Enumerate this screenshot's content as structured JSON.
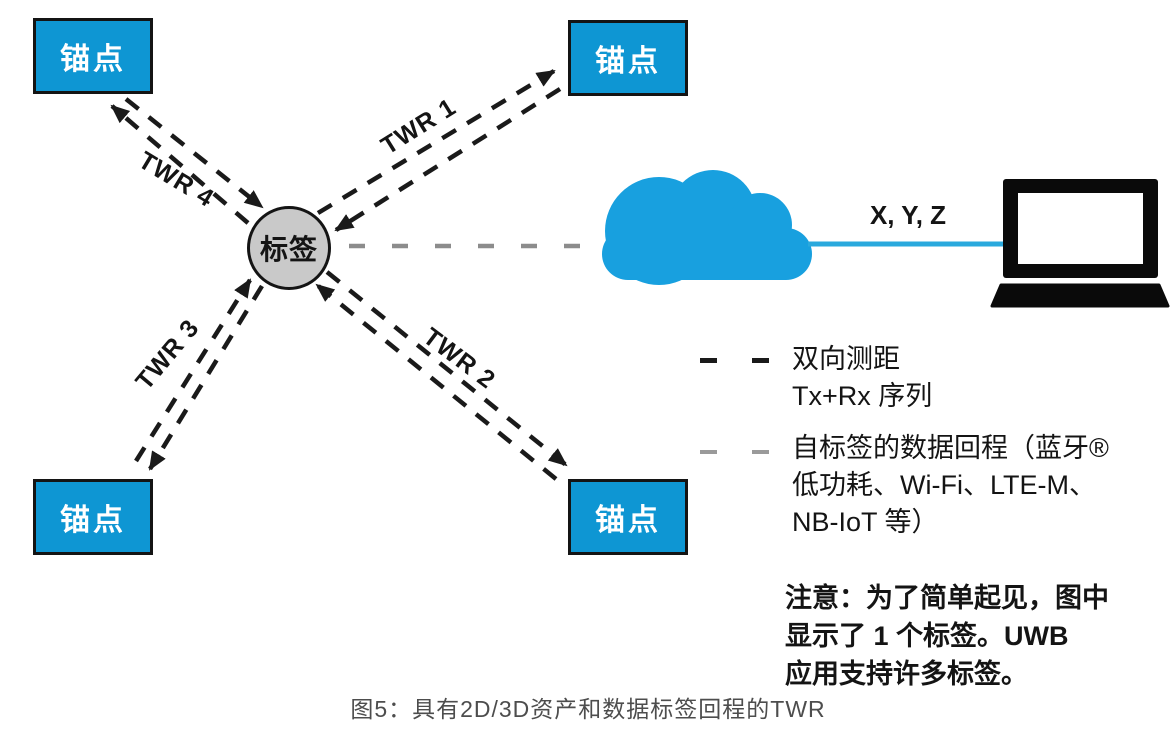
{
  "diagram": {
    "anchors": {
      "top_left": "锚点",
      "top_right": "锚点",
      "bottom_left": "锚点",
      "bottom_right": "锚点"
    },
    "tag_label": "标签",
    "twr_labels": {
      "twr1": "TWR 1",
      "twr2": "TWR 2",
      "twr3": "TWR 3",
      "twr4": "TWR 4"
    },
    "xyz_label": "X, Y, Z"
  },
  "legend": {
    "ranging": {
      "line1": "双向测距",
      "line2": "Tx+Rx 序列"
    },
    "backhaul": {
      "line1": "自标签的数据回程（蓝牙®",
      "line2": "低功耗、Wi-Fi、LTE-M、",
      "line3": "NB-IoT 等）"
    }
  },
  "note": {
    "line1": "注意：为了简单起见，图中",
    "line2": "显示了 1 个标签。UWB",
    "line3": "应用支持许多标签。"
  },
  "caption": "图5：具有2D/3D资产和数据标签回程的TWR",
  "colors": {
    "anchor_blue": "#0e96d3",
    "cloud_blue": "#18a0df",
    "link_blue": "#2aa9dd",
    "dash_black": "#1a1a1a",
    "dash_gray": "#8c8c8c",
    "tag_gray": "#c9c9c9",
    "caption_gray": "#4d4d4d"
  }
}
